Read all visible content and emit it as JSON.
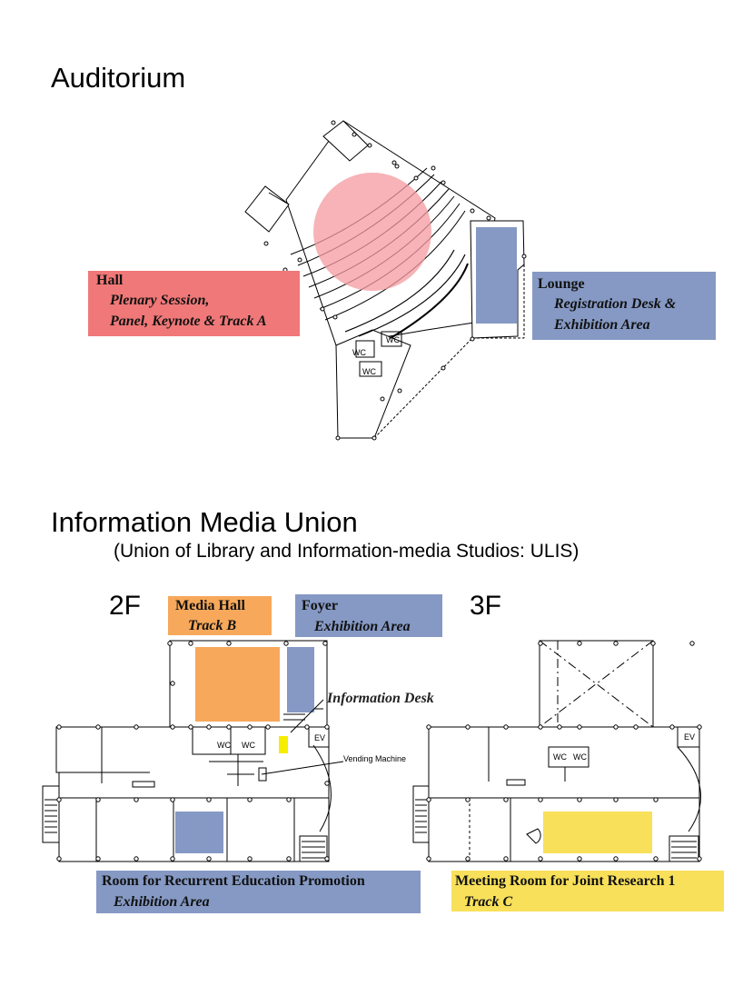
{
  "auditorium": {
    "title": "Auditorium",
    "hall": {
      "name": "Hall",
      "line1": "Plenary Session,",
      "line2": "Panel, Keynote & Track A",
      "color": "#f07878"
    },
    "lounge": {
      "name": "Lounge",
      "line1": "Registration Desk &",
      "line2": "Exhibition Area",
      "color": "#8599c4"
    },
    "wc_labels": [
      "WC",
      "WC",
      "WC"
    ]
  },
  "imu": {
    "title": "Information Media Union",
    "subtitle": "(Union of Library and Information-media Studios: ULIS)",
    "floor2": "2F",
    "floor3": "3F",
    "media_hall": {
      "name": "Media Hall",
      "sub": "Track B",
      "color": "#f7a85a"
    },
    "foyer": {
      "name": "Foyer",
      "sub": "Exhibition Area",
      "color": "#8599c4"
    },
    "info_desk": "Information Desk",
    "vending": "Vending Machine",
    "recurrent": {
      "name": "Room for Recurrent Education Promotion",
      "sub": "Exhibition Area",
      "color": "#8599c4"
    },
    "meeting": {
      "name": "Meeting Room for Joint Research 1",
      "sub": "Track C",
      "color": "#f8e05a"
    },
    "wc": "WC",
    "ev": "EV"
  }
}
